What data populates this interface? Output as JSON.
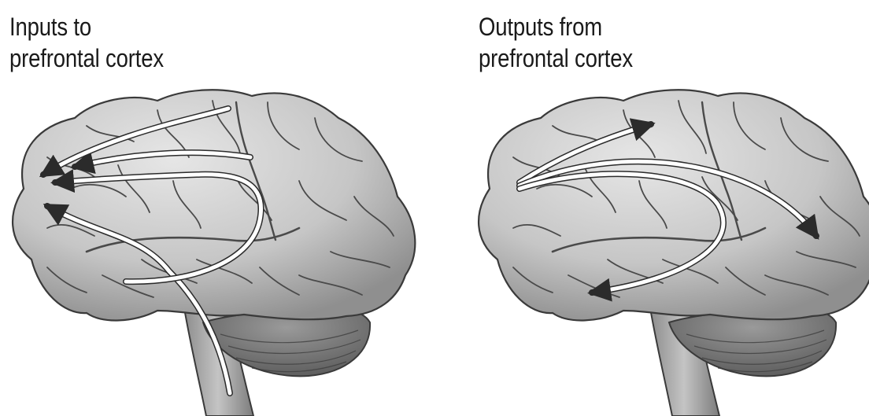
{
  "panels": [
    {
      "id": "inputs",
      "title_line1": "Inputs to",
      "title_line2": "prefrontal cortex",
      "arrow_direction": "toward prefrontal cortex"
    },
    {
      "id": "outputs",
      "title_line1": "Outputs from",
      "title_line2": "prefrontal cortex",
      "arrow_direction": "away from prefrontal cortex"
    }
  ],
  "colors": {
    "brain_fill": "#c9c9c9",
    "brain_light": "#e2e2e2",
    "brain_shadow": "#8e8e8e",
    "outline": "#3a3a3a",
    "arrow_fill": "#ffffff",
    "arrow_head": "#2b2b2b"
  }
}
